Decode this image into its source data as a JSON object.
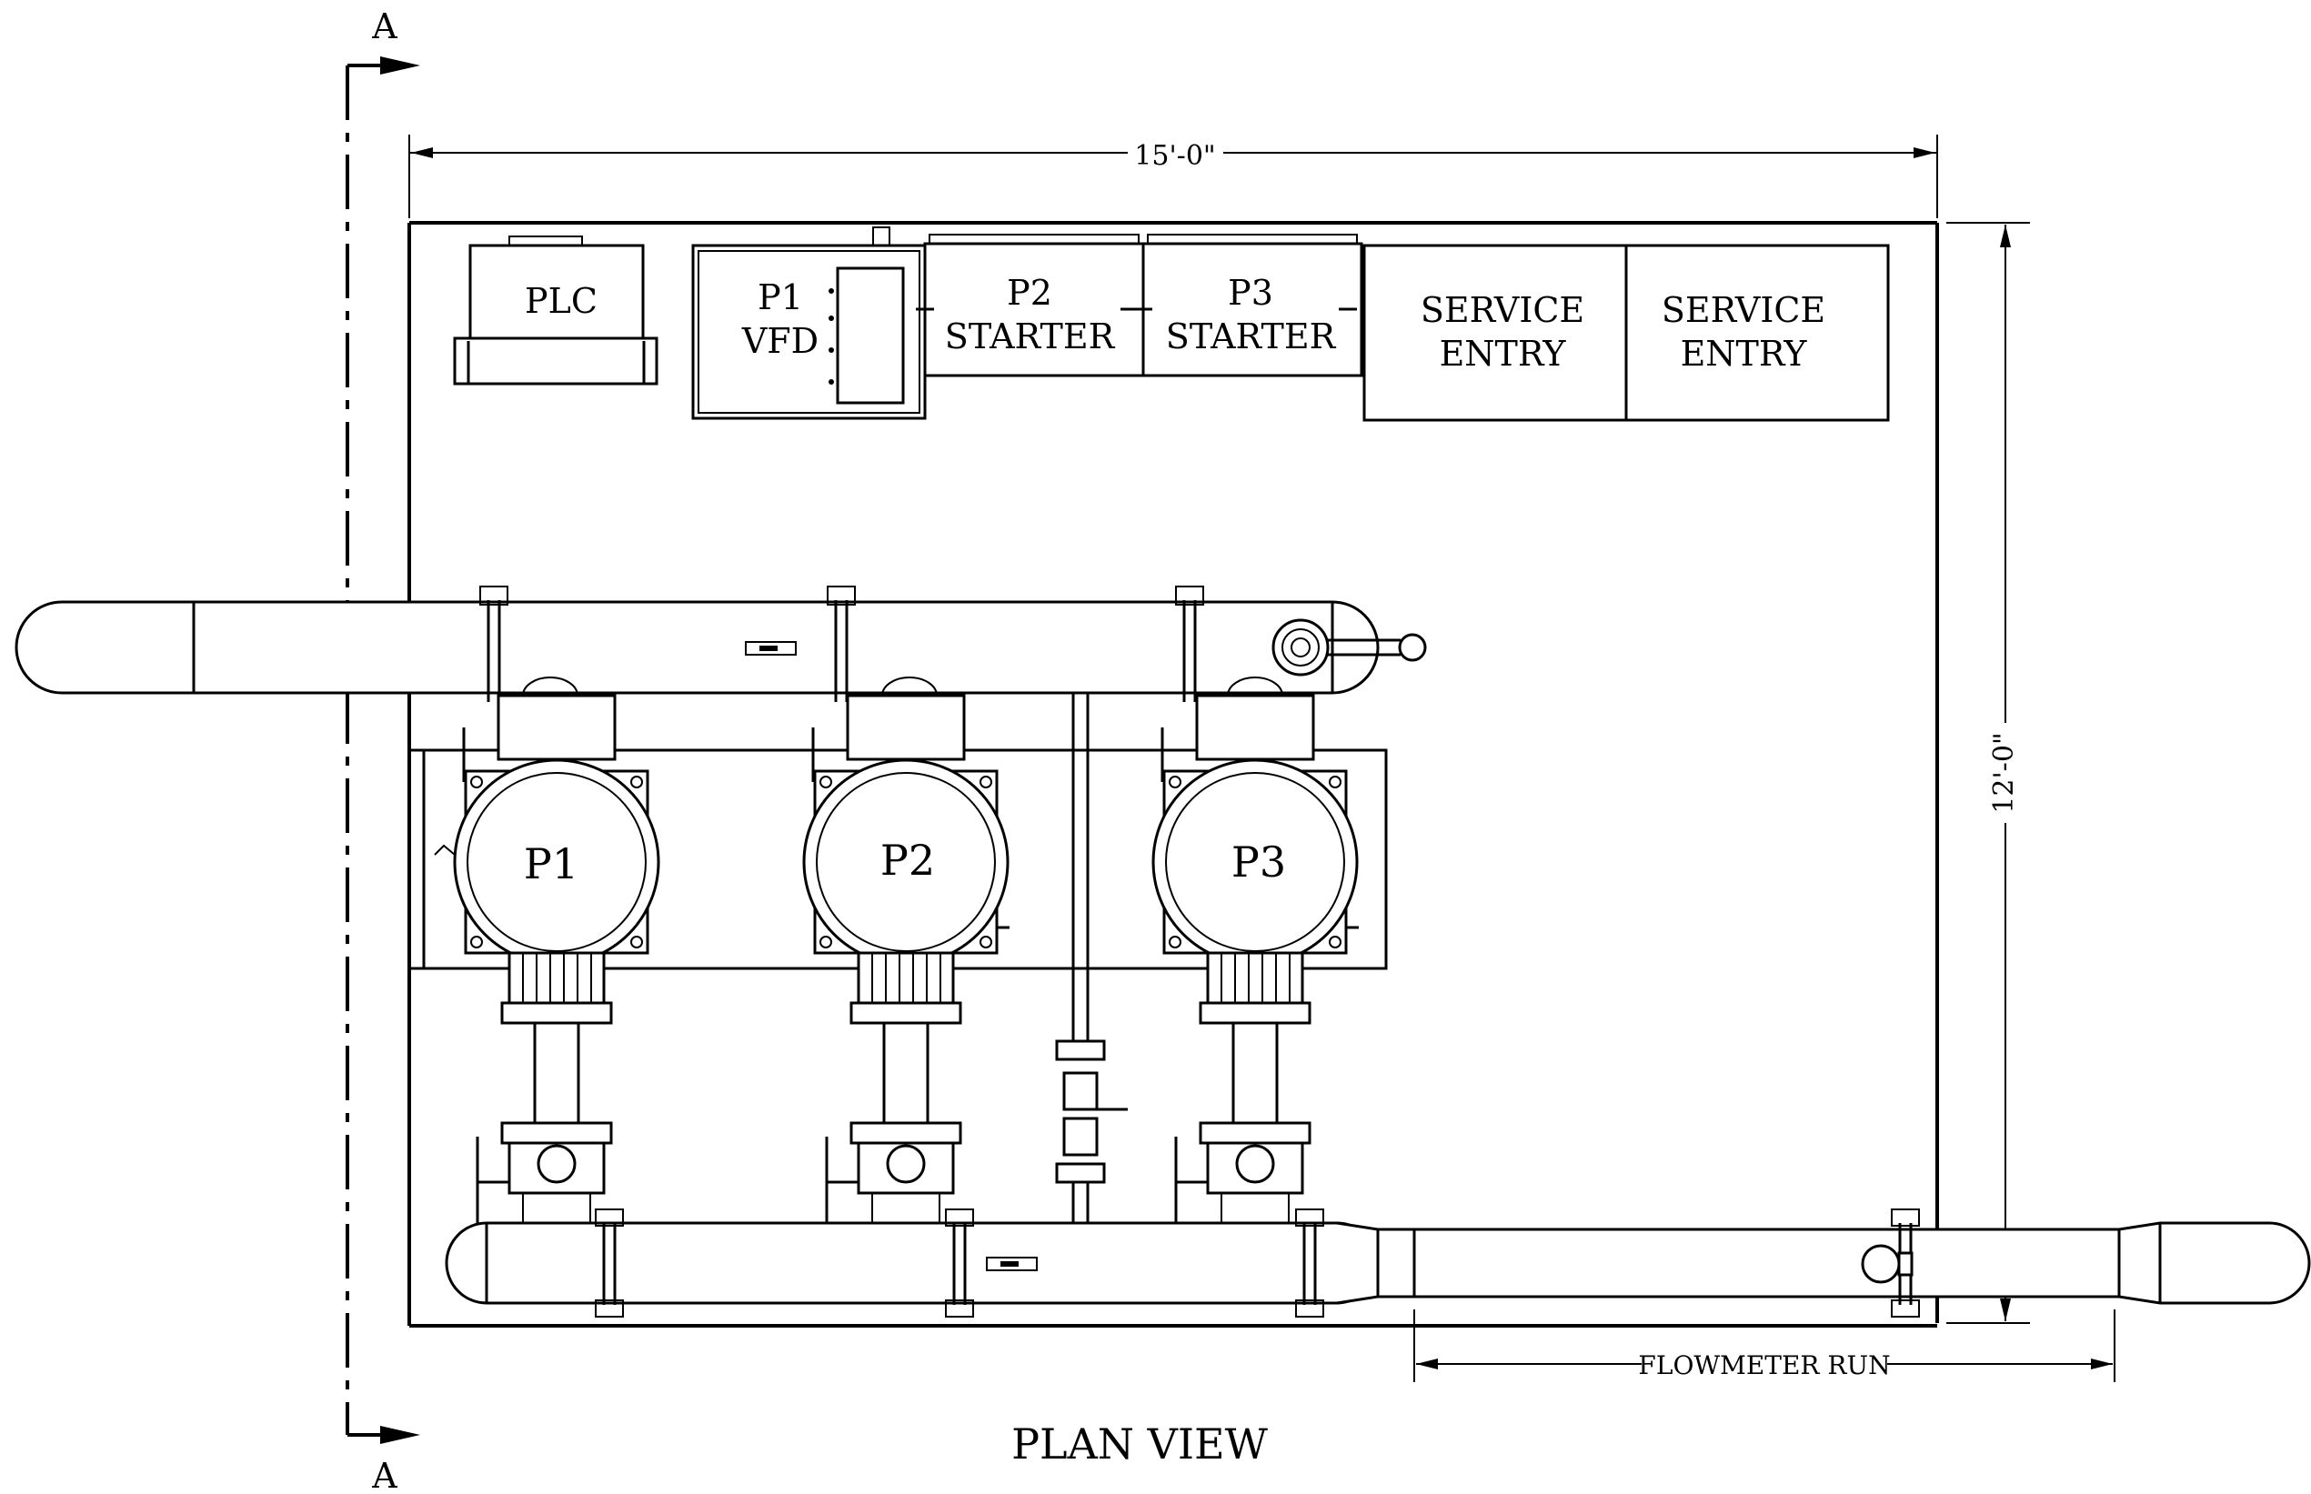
{
  "section_markers": {
    "top": "A",
    "bottom": "A"
  },
  "dimensions": {
    "width_label": "15'-0\"",
    "height_label": "12'-0\"",
    "flowmeter_label": "FLOWMETER RUN"
  },
  "panels": {
    "plc": "PLC",
    "p1_vfd": {
      "line1": "P1",
      "line2": "VFD"
    },
    "p2_starter": {
      "line1": "P2",
      "line2": "STARTER"
    },
    "p3_starter": {
      "line1": "P3",
      "line2": "STARTER"
    },
    "service_entry_1": {
      "line1": "SERVICE",
      "line2": "ENTRY"
    },
    "service_entry_2": {
      "line1": "SERVICE",
      "line2": "ENTRY"
    }
  },
  "pumps": [
    "P1",
    "P2",
    "P3"
  ],
  "view_title": "PLAN VIEW"
}
